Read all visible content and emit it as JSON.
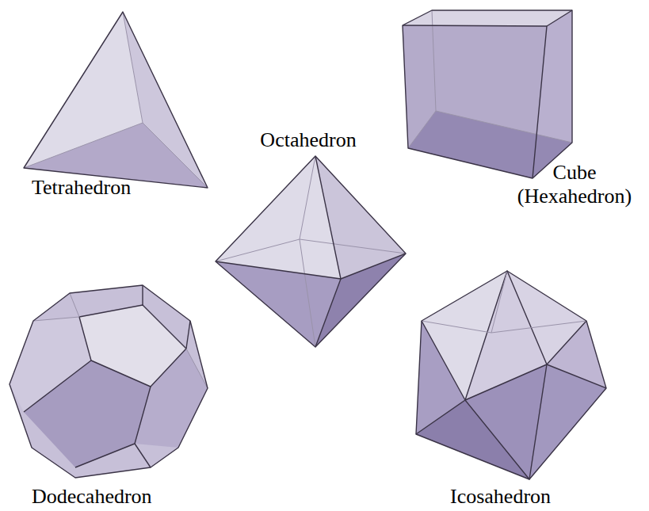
{
  "diagram": {
    "labels": [
      "Tetrahedron",
      "Octahedron",
      "Cube (Hexahedron)",
      "Dodecahedron",
      "Icosahedron"
    ]
  }
}
